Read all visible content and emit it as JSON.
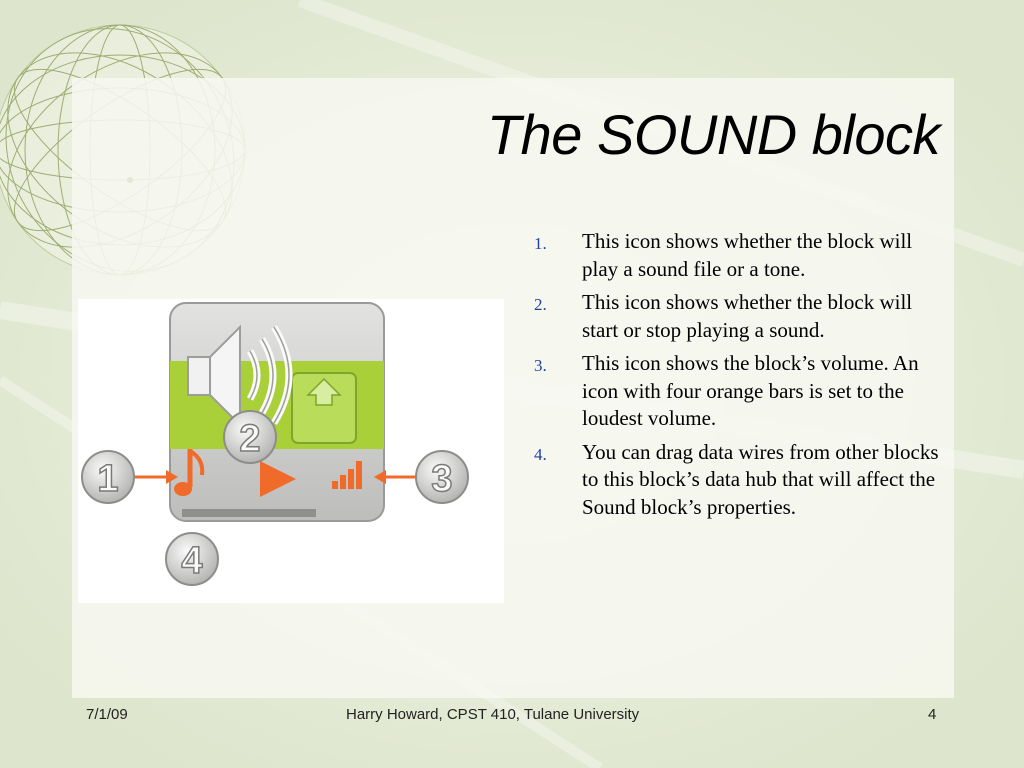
{
  "slide": {
    "title": "The SOUND block",
    "items": [
      {
        "number": "1.",
        "text": "This icon shows whether the block will play a sound file or a tone."
      },
      {
        "number": "2.",
        "text": "This icon shows whether the block will start or stop playing a sound."
      },
      {
        "number": "3.",
        "text": "This icon shows the block’s volume. An icon with four orange bars is set to the loudest volume."
      },
      {
        "number": "4.",
        "text": "You can drag data wires from other blocks to this block’s data hub that will affect the Sound block’s properties."
      }
    ]
  },
  "figure": {
    "callouts": [
      "1",
      "2",
      "3",
      "4"
    ],
    "colors": {
      "block_green": "#a9d038",
      "orange": "#f06a2a",
      "block_gray": "#c8c8c6"
    }
  },
  "footer": {
    "date": "7/1/09",
    "center": "Harry Howard, CPST 410, Tulane University",
    "page": "4"
  }
}
